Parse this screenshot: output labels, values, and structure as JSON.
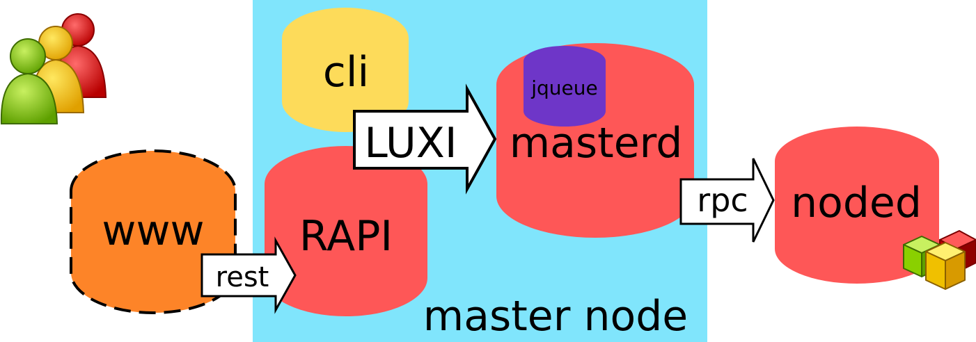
{
  "colors": {
    "master_region": "#80e5fc",
    "daemon_red": "#fe5757",
    "cli_yellow": "#fddb5a",
    "www_orange": "#fd8428",
    "jqueue_purple": "#6e36c8",
    "arrow_fill": "#ffffff",
    "text": "#000000"
  },
  "region": {
    "label": "master node"
  },
  "nodes": {
    "cli": {
      "label": "cli"
    },
    "rapi": {
      "label": "RAPI"
    },
    "www": {
      "label": "www"
    },
    "masterd": {
      "label": "masterd"
    },
    "jqueue": {
      "label": "jqueue"
    },
    "noded": {
      "label": "noded"
    }
  },
  "arrows": {
    "luxi": {
      "label": "LUXI"
    },
    "rest": {
      "label": "rest"
    },
    "rpc": {
      "label": "rpc"
    }
  },
  "icons": {
    "users": "users-group-icon",
    "cubes": "cubes-cluster-icon"
  }
}
